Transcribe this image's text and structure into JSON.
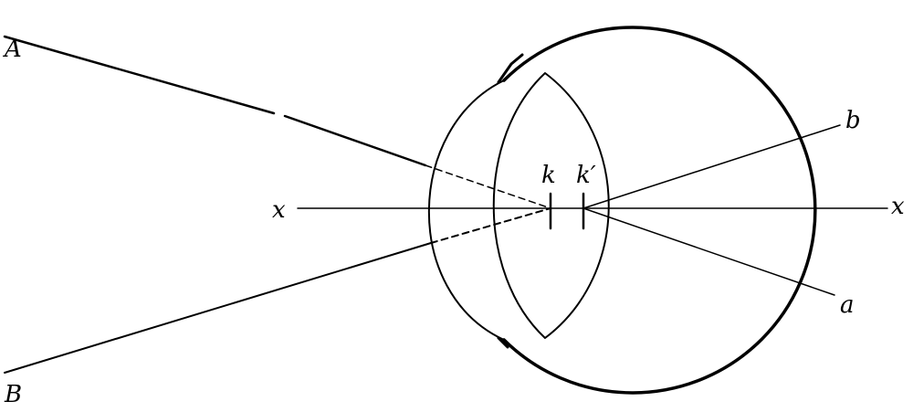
{
  "labels": {
    "A": "A",
    "B": "B",
    "a": "a",
    "b": "b",
    "x_left": "x",
    "x_right": "x",
    "k": "k",
    "k_prime": "k′"
  },
  "colors": {
    "ink": "#000000",
    "paper": "#ffffff"
  }
}
